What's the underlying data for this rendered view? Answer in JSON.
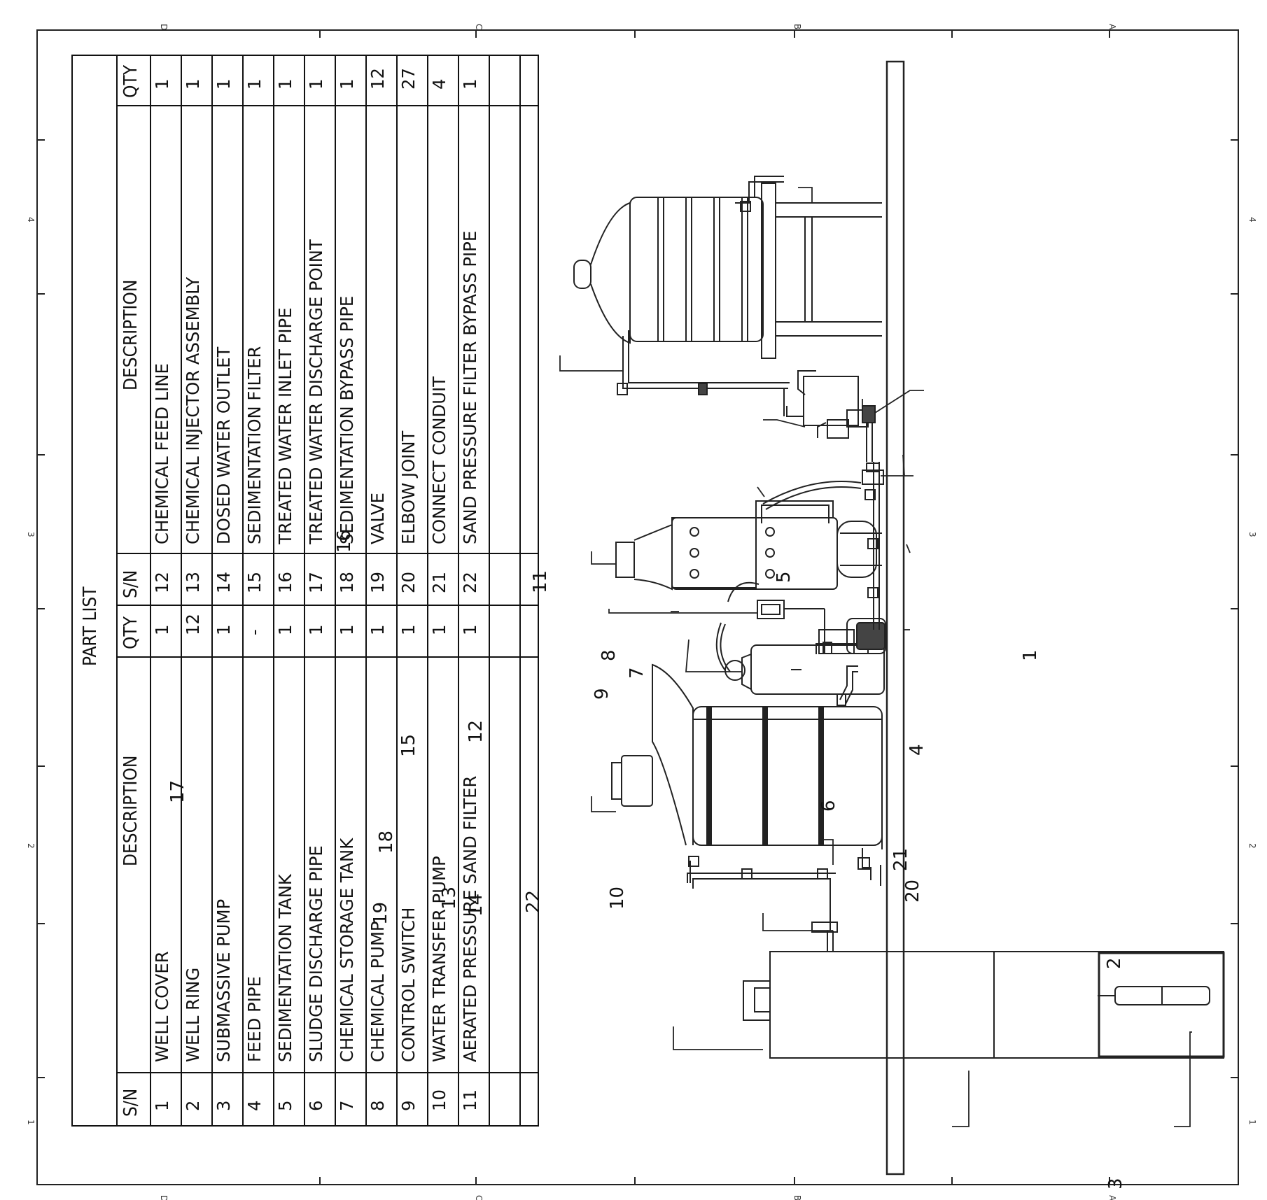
{
  "table": {
    "title": "PART LIST",
    "headers": {
      "sn": "S/N",
      "description": "DESCRIPTION",
      "qty": "QTY"
    },
    "left_rows": [
      {
        "sn": "1",
        "description": "WELL COVER",
        "qty": "1"
      },
      {
        "sn": "2",
        "description": "WELL RING",
        "qty": "12"
      },
      {
        "sn": "3",
        "description": "SUBMASSIVE PUMP",
        "qty": "1"
      },
      {
        "sn": "4",
        "description": "FEED PIPE",
        "qty": "-"
      },
      {
        "sn": "5",
        "description": "SEDIMENTATION TANK",
        "qty": "1"
      },
      {
        "sn": "6",
        "description": "SLUDGE DISCHARGE PIPE",
        "qty": "1"
      },
      {
        "sn": "7",
        "description": "CHEMICAL STORAGE TANK",
        "qty": "1"
      },
      {
        "sn": "8",
        "description": "CHEMICAL PUMP",
        "qty": "1"
      },
      {
        "sn": "9",
        "description": "CONTROL SWITCH",
        "qty": "1"
      },
      {
        "sn": "10",
        "description": "WATER TRANSFER PUMP",
        "qty": "1"
      },
      {
        "sn": "11",
        "description": "AERATED PRESSURE SAND FILTER",
        "qty": "1"
      }
    ],
    "right_rows": [
      {
        "sn": "12",
        "description": "CHEMICAL FEED LINE",
        "qty": "1"
      },
      {
        "sn": "13",
        "description": "CHEMICAL INJECTOR ASSEMBLY",
        "qty": "1"
      },
      {
        "sn": "14",
        "description": "DOSED WATER OUTLET",
        "qty": "1"
      },
      {
        "sn": "15",
        "description": "SEDIMENTATION FILTER",
        "qty": "1"
      },
      {
        "sn": "16",
        "description": "TREATED WATER INLET PIPE",
        "qty": "1"
      },
      {
        "sn": "17",
        "description": "TREATED WATER  DISCHARGE POINT",
        "qty": "1"
      },
      {
        "sn": "18",
        "description": "SEDIMENTATION BYPASS PIPE",
        "qty": "1"
      },
      {
        "sn": "19",
        "description": "VALVE",
        "qty": "12"
      },
      {
        "sn": "20",
        "description": "ELBOW JOINT",
        "qty": "27"
      },
      {
        "sn": "21",
        "description": "CONNECT CONDUIT",
        "qty": "4"
      },
      {
        "sn": "22",
        "description": "SAND PRESSURE FILTER BYPASS PIPE",
        "qty": "1"
      }
    ]
  },
  "callouts": [
    "1",
    "2",
    "3",
    "4",
    "5",
    "6",
    "7",
    "8",
    "9",
    "10",
    "11",
    "12",
    "13",
    "14",
    "15",
    "16",
    "17",
    "18",
    "19",
    "20",
    "21",
    "22"
  ],
  "border": {
    "letters": [
      "D",
      "C",
      "B",
      "A"
    ],
    "numbers": [
      "1",
      "2",
      "3",
      "4"
    ]
  }
}
